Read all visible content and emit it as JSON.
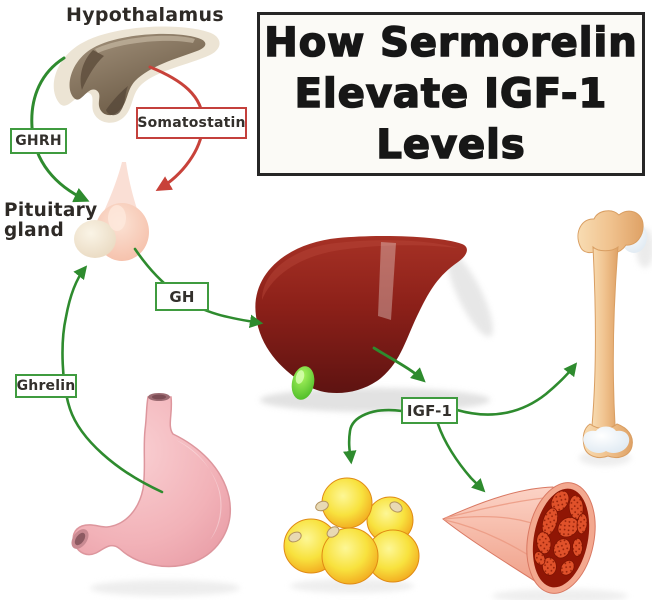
{
  "title": {
    "lines": [
      "How Sermorelin",
      "Elevate IGF-1",
      "Levels"
    ]
  },
  "labels": {
    "hypothalamus": "Hypothalamus",
    "pituitary_gland": "Pituitary\ngland"
  },
  "boxes": {
    "ghrh": "GHRH",
    "somatostatin": "Somatostatin",
    "gh": "GH",
    "ghrelin": "Ghrelin",
    "igf1": "IGF-1"
  },
  "colors": {
    "arrow_green": "#2e8b2e",
    "arrow_red": "#c8423a",
    "box_border_green": "#3f9b3f",
    "box_border_red": "#c4403c",
    "label_text": "#33302c",
    "title_text": "#171717",
    "title_border": "#262626",
    "title_background": "#fbfaf6",
    "liver": "#8c2019",
    "gallbladder": "#55c32a",
    "stomach": "#f3b9bd",
    "bone": "#efc291",
    "fat_cells": "#f5a623",
    "muscle": "#f3a78f",
    "hypothalamus": "#8a7a64",
    "pituitary": "#f6c3ae"
  }
}
